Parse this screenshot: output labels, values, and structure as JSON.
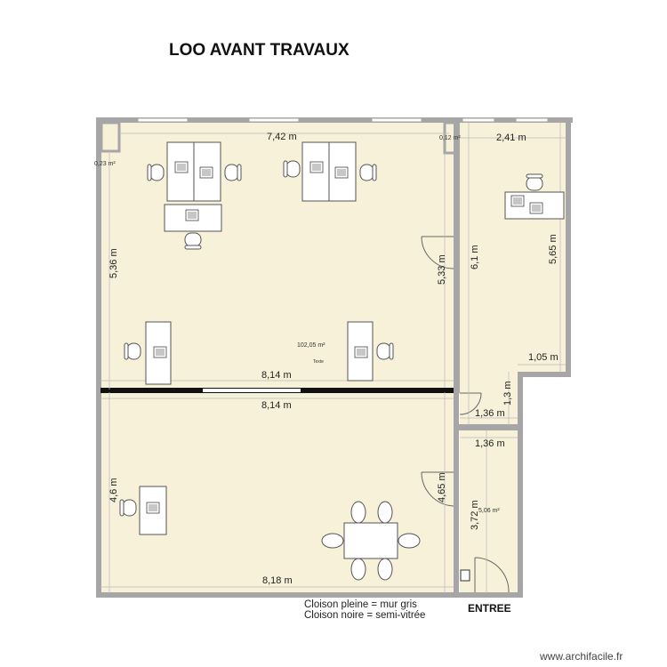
{
  "title": "LOO AVANT TRAVAUX",
  "legend": {
    "line1": "Cloison pleine = mur gris",
    "line2": "Cloison noire = semi-vitrée"
  },
  "entrance_label": "ENTREE",
  "watermark": "www.archifacile.fr",
  "colors": {
    "floor": "#f6f1d8",
    "wall": "#a6a6a6",
    "glass_partition": "#111111",
    "furniture_stroke": "#555555"
  },
  "dimensions": {
    "top_width": "7,42 m",
    "right_room_width": "2,41 m",
    "left_height": "5,36 m",
    "inner_height": "5,33 m",
    "corridor_height": "6,1 m",
    "right_room_height": "5,65 m",
    "right_step_width": "1,05 m",
    "step_height": "1,3 m",
    "partition_width_upper": "8,14 m",
    "partition_width_lower": "8,14 m",
    "corridor_width_upper": "1,36 m",
    "corridor_width_lower": "1,36 m",
    "lower_height": "4,6 m",
    "lower_inner_height": "4,65 m",
    "entrance_height": "3,72 m",
    "bottom_width": "8,18 m"
  },
  "areas": {
    "small_left": "0,23 m²",
    "small_top": "0,12 m²",
    "main": "102,05 m²",
    "entrance": "5,06 m²",
    "main_label": "Texte"
  }
}
